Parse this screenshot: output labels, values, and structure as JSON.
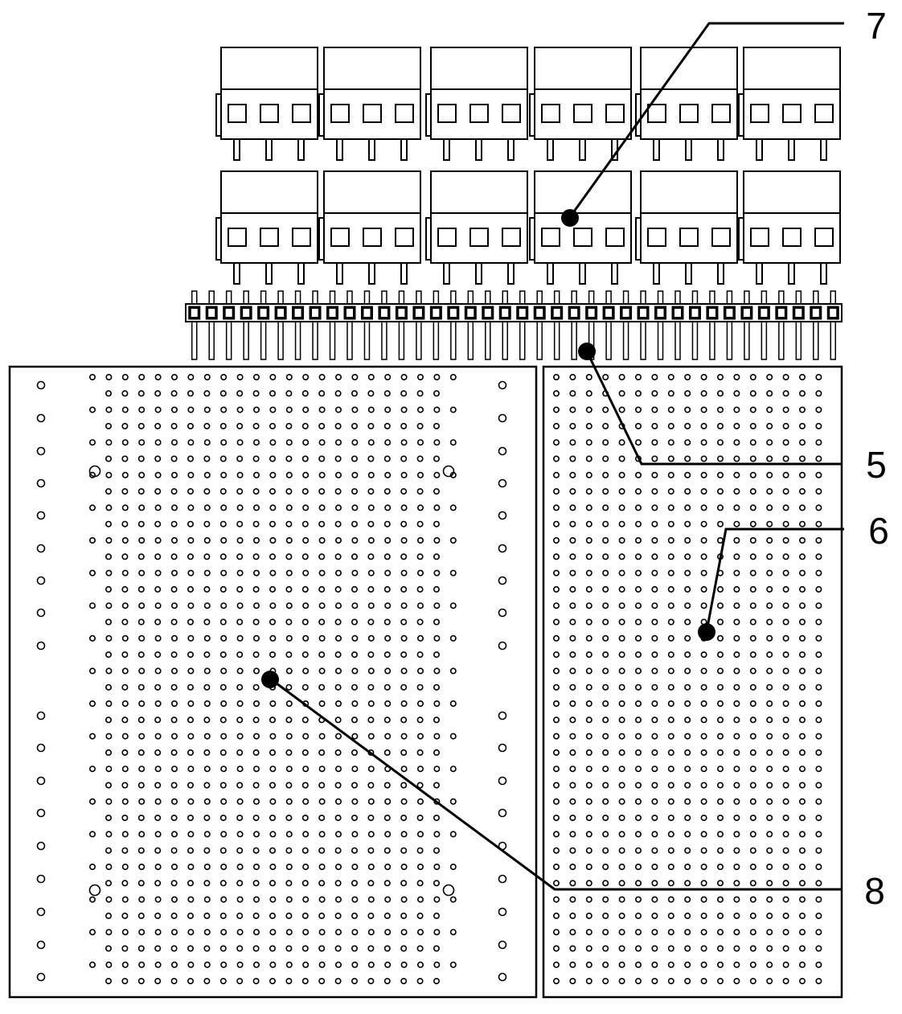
{
  "callouts": [
    {
      "id": "c7",
      "label": "7"
    },
    {
      "id": "c5",
      "label": "5"
    },
    {
      "id": "c6",
      "label": "6"
    },
    {
      "id": "c8",
      "label": "8"
    }
  ],
  "colors": {
    "stroke": "#000000",
    "background": "#ffffff"
  },
  "terminal_blocks": {
    "rows": 2,
    "per_row": 6,
    "screws_per_block": 3
  },
  "pin_header": {
    "pin_count": 38
  },
  "boards": [
    {
      "name": "left-board"
    },
    {
      "name": "right-board"
    }
  ]
}
